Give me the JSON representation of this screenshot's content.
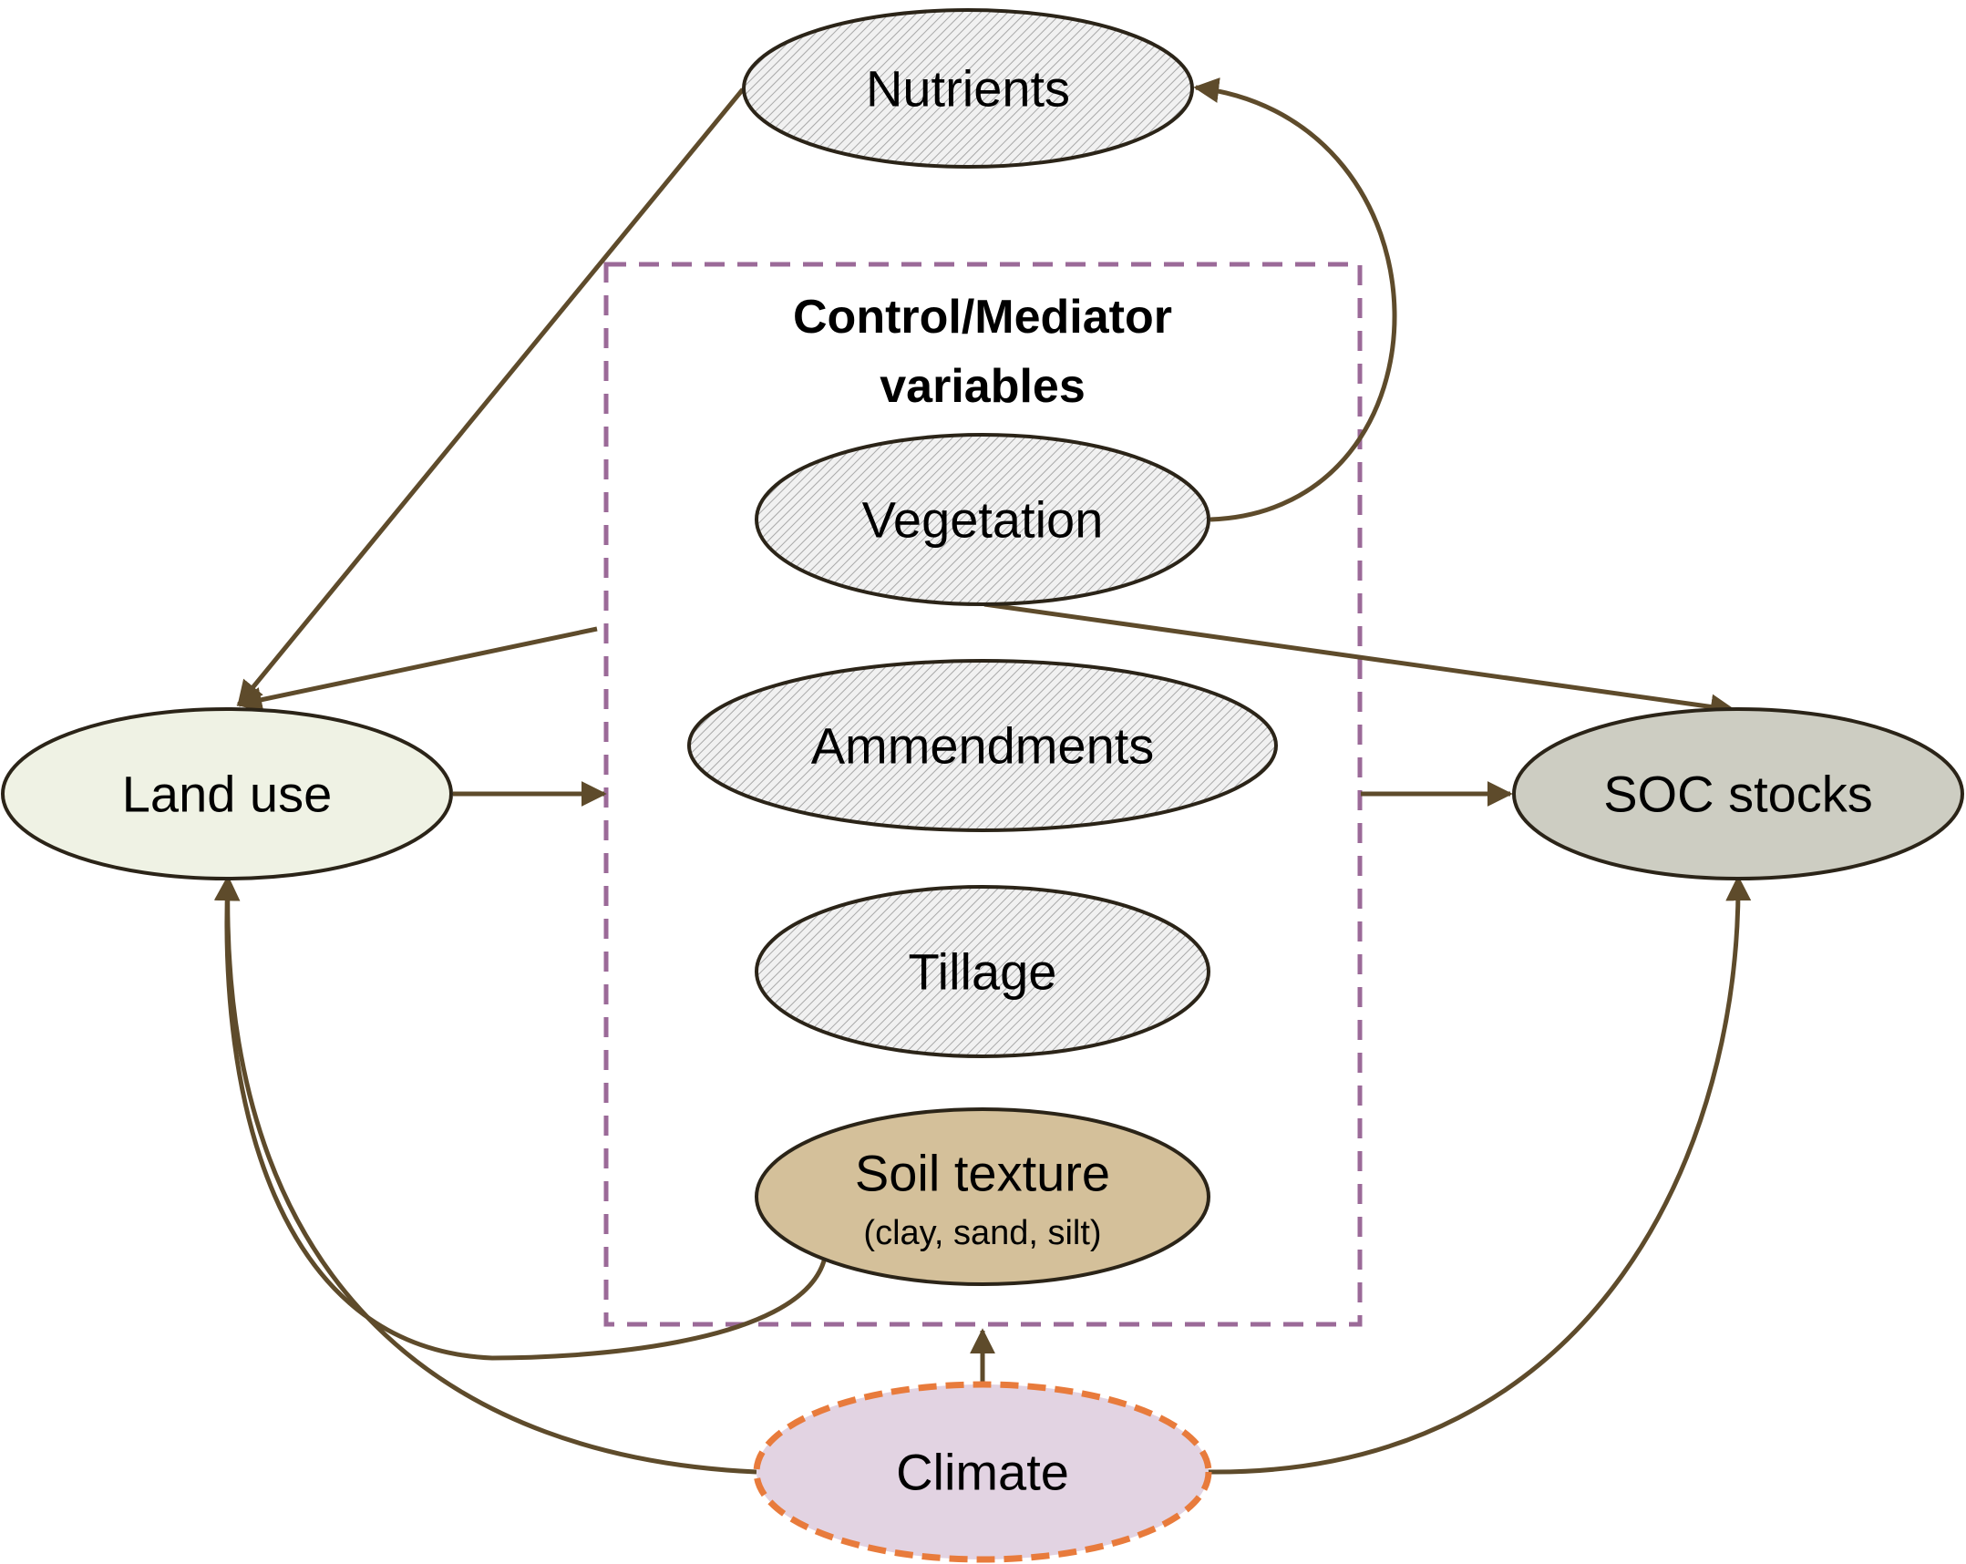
{
  "diagram": {
    "box_title_line1": "Control/Mediator",
    "box_title_line2": "variables",
    "nodes": {
      "nutrients": "Nutrients",
      "vegetation": "Vegetation",
      "ammendments": "Ammendments",
      "tillage": "Tillage",
      "soil_texture": "Soil texture",
      "soil_texture_sub": "(clay, sand, silt)",
      "land_use": "Land use",
      "soc_stocks": "SOC stocks",
      "climate": "Climate"
    }
  },
  "colors": {
    "arrow": "#5e4b2b",
    "box_border": "#9b6a98",
    "hatched_fill": "#e4e4e4",
    "land_use_fill": "#eff2e4",
    "soc_stocks_fill": "#cdcdc2",
    "soil_texture_fill": "#d4c09a",
    "climate_fill": "#e2d3e2",
    "climate_border": "#e87b3c"
  }
}
